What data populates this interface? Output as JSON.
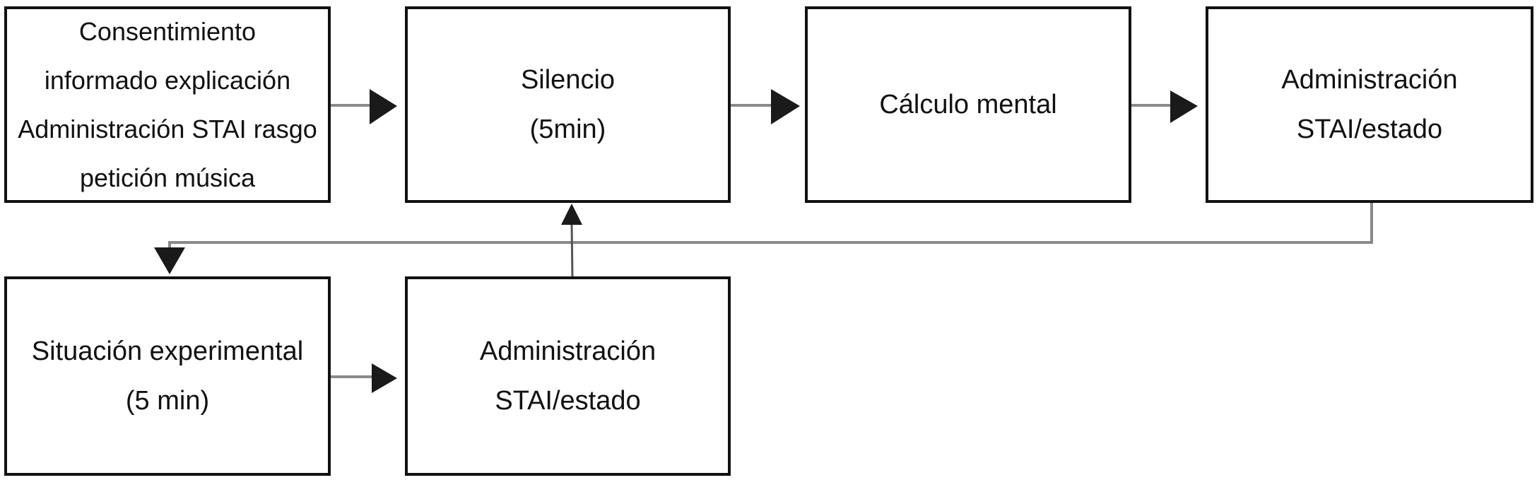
{
  "boxes": {
    "consentimiento": {
      "lines": [
        "Consentimiento",
        "informado explicación",
        "Administración STAI rasgo",
        "petición música"
      ]
    },
    "silencio": {
      "lines": [
        "Silencio",
        "(5min)"
      ]
    },
    "calculo": {
      "lines": [
        "Cálculo mental"
      ]
    },
    "stai_estado_top": {
      "lines": [
        "Administración",
        "STAI/estado"
      ]
    },
    "situacion": {
      "lines": [
        "Situación experimental",
        "(5 min)"
      ]
    },
    "stai_estado_bottom": {
      "lines": [
        "Administración",
        "STAI/estado"
      ]
    }
  },
  "colors": {
    "border": "#111111",
    "connector": "#8a8a8a",
    "arrowhead": "#1a1a1a"
  }
}
